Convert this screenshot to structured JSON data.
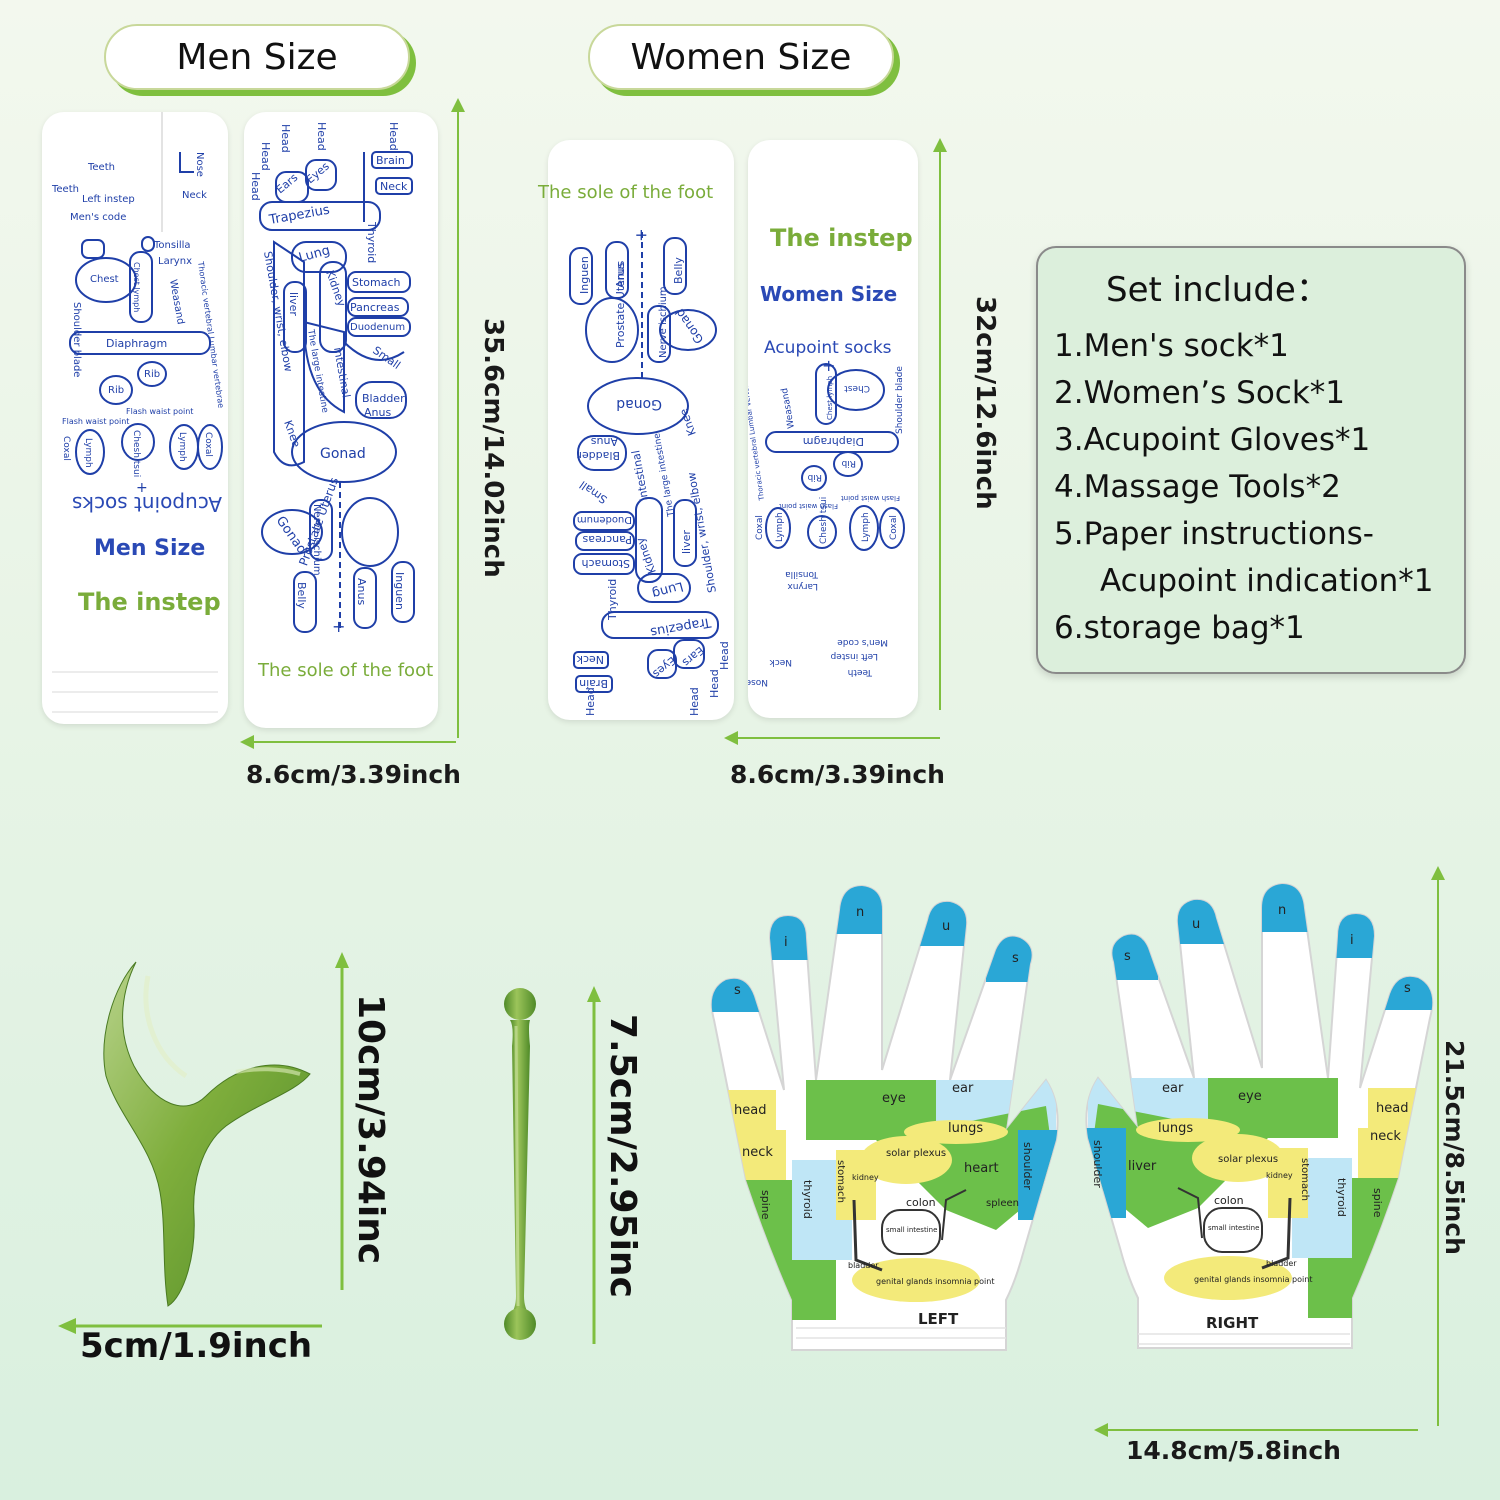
{
  "headers": {
    "men": "Men Size",
    "women": "Women Size"
  },
  "men_sock": {
    "instep_word": "The instep",
    "size_word": "Men Size",
    "acupoint_word": "Acupoint socks",
    "sole_word": "The sole of the foot",
    "height_dim": "35.6cm/14.02inch",
    "width_dim": "8.6cm/3.39inch",
    "instep_labels": [
      "Teeth",
      "Teeth",
      "Left instep",
      "Men's code",
      "Nose",
      "Neck",
      "Tonsilla",
      "Larynx",
      "Chest",
      "Chest lymph",
      "Weasand",
      "Thoracic vertebral Lumbar vertebrae",
      "Shoulder blade",
      "Diaphragm",
      "Rib",
      "Rib",
      "Flash waist point",
      "Flash waist point",
      "Coxal",
      "Lymph",
      "Chesh tsui",
      "Lymph",
      "Coxal"
    ],
    "sole_labels": [
      "Head",
      "Head",
      "Head",
      "Head",
      "Head",
      "Brain",
      "Neck",
      "Ears",
      "Eyes",
      "Trapezius",
      "Thyroid",
      "Lung",
      "Stomach",
      "Shoulder, wrist, elbow",
      "liver",
      "Kidney",
      "Pancreas",
      "Duodenum",
      "The large intestine",
      "intestinal",
      "Small",
      "Bladder",
      "Anus",
      "Knee",
      "Gonad",
      "Gonad",
      "Nerve ischium",
      "Prostate Uterus",
      "Belly",
      "Anus",
      "Inguen"
    ]
  },
  "women_sock": {
    "sole_word": "The sole of the foot",
    "instep_word": "The instep",
    "size_word": "Women Size",
    "acupoint_word": "Acupoint socks",
    "height_dim": "32cm/12.6inch",
    "width_dim": "8.6cm/3.39inch",
    "sole_labels": [
      "Inguen",
      "Anus",
      "Belly",
      "Prostate Uterus",
      "Nerve ischium",
      "Gonad",
      "Gonad",
      "Knee",
      "Anus",
      "Bladder",
      "Small",
      "intestinal",
      "The large intestine",
      "Duodenum",
      "Pancreas",
      "Kidney",
      "Stomach",
      "liver",
      "Shoulder, wrist, elbow",
      "Thyroid",
      "Lung",
      "Trapezius",
      "Neck",
      "Brain",
      "Eyes",
      "Ears",
      "Head",
      "Head",
      "Head",
      "Head"
    ],
    "instep_labels": [
      "Coxal",
      "Lymph",
      "Chesh tsui",
      "Lymph",
      "Coxal",
      "Flash waist point",
      "Flash waist point",
      "Rib",
      "Rib",
      "Diaphragm",
      "Shoulder blade",
      "Thoracic vertebral Lumbar vertebrae",
      "Weasand",
      "Chest lymph",
      "Chest",
      "Larynx",
      "Tonsilla",
      "Men's code",
      "Left instep",
      "Teeth",
      "Neck",
      "Nose"
    ]
  },
  "set_include": {
    "title": "Set include：",
    "items": [
      "1.Men's sock*1",
      "2.Women’s Sock*1",
      "3.Acupoint Gloves*1",
      "4.Massage Tools*2",
      "5.Paper instructions-",
      "Acupoint indication*1",
      "6.storage bag*1"
    ]
  },
  "tools": {
    "triangle_height": "10cm/3.94inc",
    "triangle_width": "5cm/1.9inch",
    "stick_height": "7.5cm/2.95inc"
  },
  "gloves": {
    "height_dim": "21.5cm/8.5inch",
    "width_dim": "14.8cm/5.8inch",
    "left": {
      "hand_label": "LEFT",
      "finger_letters": [
        "i",
        "n",
        "u",
        "s",
        "s"
      ],
      "zones": [
        "head",
        "neck",
        "eye",
        "ear",
        "lungs",
        "solar plexus",
        "heart",
        "shoulder",
        "thyroid",
        "stomach",
        "kidney",
        "spine",
        "spleen",
        "colon",
        "small intestine",
        "bladder",
        "genital glands insomnia point"
      ]
    },
    "right": {
      "hand_label": "RIGHT",
      "finger_letters": [
        "s",
        "u",
        "n",
        "i",
        "s"
      ],
      "zones": [
        "head",
        "neck",
        "ear",
        "eye",
        "lungs",
        "shoulder",
        "liver",
        "solar plexus",
        "stomach",
        "thyroid",
        "spine",
        "kidney",
        "colon",
        "small intestine",
        "bladder",
        "genital glands insomnia point"
      ]
    }
  },
  "colors": {
    "accent_green": "#7fbf3f",
    "sock_text_blue": "#1f3fa8",
    "glove_blue": "#2aa7d6",
    "glove_light_blue": "#bfe6f6",
    "glove_green": "#6cc04a",
    "glove_yellow": "#f3ea7a",
    "jade": "#7fae3c"
  }
}
